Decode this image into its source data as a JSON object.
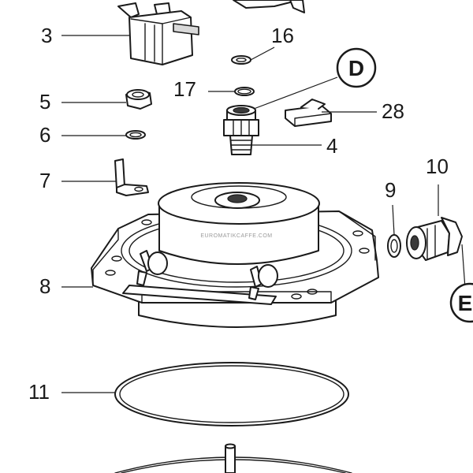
{
  "callouts": {
    "c3": "3",
    "c16": "16",
    "c17": "17",
    "c5": "5",
    "c6": "6",
    "c28": "28",
    "c4": "4",
    "c7": "7",
    "c10": "10",
    "c9": "9",
    "c8": "8",
    "c11": "11"
  },
  "detail_labels": {
    "d": "D",
    "e": "E"
  },
  "watermark": "EUROMATIKCAFFE.COM"
}
